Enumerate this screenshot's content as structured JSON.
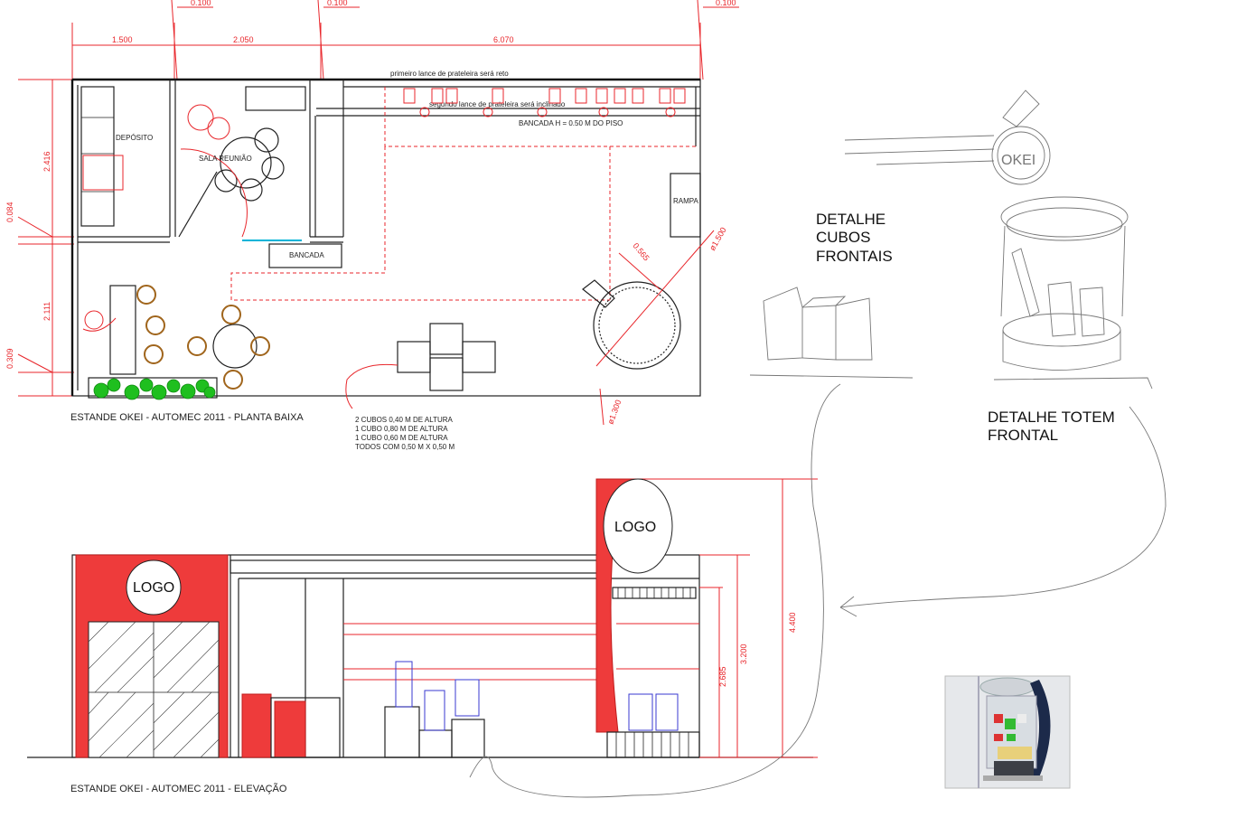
{
  "dimensions": {
    "top": [
      "1.500",
      "2.050",
      "6.070"
    ],
    "offsets": [
      "0.100",
      "0.100",
      "0.100"
    ],
    "left": [
      "2.416",
      "0.084",
      "2.111",
      "0.309"
    ],
    "plan": [
      "0.565",
      "ø1.500",
      "ø1.300"
    ],
    "elevation": [
      "2.685",
      "3.200",
      "4.400"
    ]
  },
  "plan": {
    "rooms": {
      "deposito": "DEPÓSITO",
      "sala": "SALA REUNIÃO",
      "rampa": "RAMPA",
      "bancada": "BANCADA"
    },
    "notes": {
      "shelf1": "primeiro lance de prateleira será reto",
      "shelf2": "segundo lance de prateleira será inclinado",
      "bench": "BANCADA H = 0.50 M DO PISO"
    },
    "cubes_note": [
      "2 CUBOS 0,40 M DE ALTURA",
      "1 CUBO 0,80 M DE ALTURA",
      "1 CUBO 0,60 M DE ALTURA",
      "TODOS COM 0,50 M X 0,50 M"
    ],
    "caption": "ESTANDE OKEI - AUTOMEC 2011 - PLANTA BAIXA"
  },
  "elevation": {
    "logo1": "LOGO",
    "logo2": "LOGO",
    "caption": "ESTANDE OKEI - AUTOMEC 2011 - ELEVAÇÃO"
  },
  "sketch": {
    "cubes_title": [
      "DETALHE",
      "CUBOS",
      "FRONTAIS"
    ],
    "totem_title": [
      "DETALHE TOTEM",
      "FRONTAL"
    ],
    "totem_mark": "OKEI"
  },
  "colors": {
    "red": "#e8262b",
    "fill": "#ee3b3b",
    "plant": "#1fbf1f",
    "chair": "#a0651c",
    "blue": "#3a3ad0",
    "cyan": "#00b4d8"
  }
}
